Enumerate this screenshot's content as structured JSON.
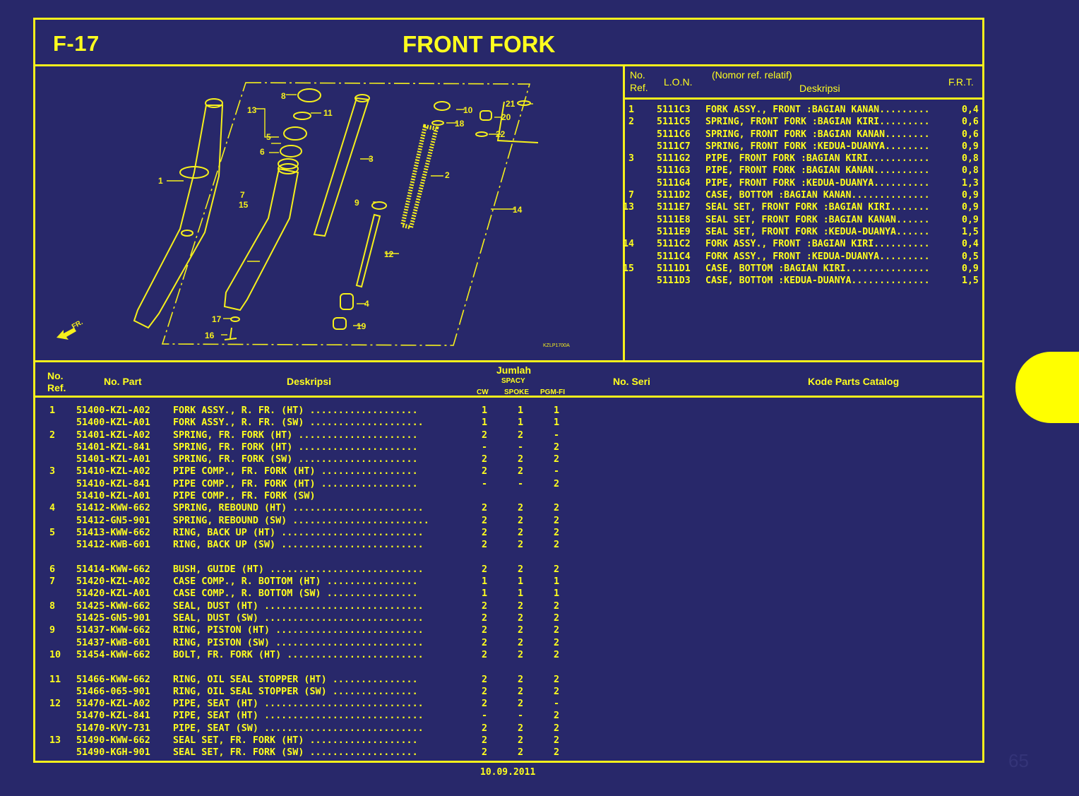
{
  "header": {
    "code": "F-17",
    "title": "FRONT FORK"
  },
  "diagram": {
    "labels": [
      "1",
      "2",
      "3",
      "4",
      "5",
      "6",
      "7",
      "8",
      "9",
      "10",
      "11",
      "12",
      "13",
      "14",
      "15",
      "16",
      "17",
      "18",
      "19",
      "20",
      "21",
      "22"
    ],
    "direction_label": "FR.",
    "figure_code": "KZLP1700A"
  },
  "lon_table": {
    "headers": {
      "no_ref_1": "No.",
      "no_ref_2": "Ref.",
      "lon": "L.O.N.",
      "nomor": "(Nomor ref. relatif)",
      "deskripsi": "Deskripsi",
      "frt": "F.R.T."
    },
    "rows": [
      {
        "ref": "1",
        "lon": "5111C3",
        "desc": "FORK ASSY., FRONT :BAGIAN KANAN.........",
        "frt": "0,4"
      },
      {
        "ref": "2",
        "lon": "5111C5",
        "desc": "SPRING, FRONT FORK :BAGIAN KIRI.........",
        "frt": "0,6"
      },
      {
        "ref": "",
        "lon": "5111C6",
        "desc": "SPRING, FRONT FORK :BAGIAN KANAN........",
        "frt": "0,6"
      },
      {
        "ref": "",
        "lon": "5111C7",
        "desc": "SPRING, FRONT FORK :KEDUA-DUANYA........",
        "frt": "0,9"
      },
      {
        "ref": "3",
        "lon": "5111G2",
        "desc": "PIPE, FRONT FORK :BAGIAN KIRI...........",
        "frt": "0,8"
      },
      {
        "ref": "",
        "lon": "5111G3",
        "desc": "PIPE, FRONT FORK :BAGIAN KANAN..........",
        "frt": "0,8"
      },
      {
        "ref": "",
        "lon": "5111G4",
        "desc": "PIPE, FRONT FORK :KEDUA-DUANYA..........",
        "frt": "1,3"
      },
      {
        "ref": "7",
        "lon": "5111D2",
        "desc": "CASE, BOTTOM :BAGIAN KANAN..............",
        "frt": "0,9"
      },
      {
        "ref": "13",
        "lon": "5111E7",
        "desc": "SEAL SET, FRONT FORK :BAGIAN KIRI.......",
        "frt": "0,9"
      },
      {
        "ref": "",
        "lon": "5111E8",
        "desc": "SEAL SET, FRONT FORK :BAGIAN KANAN......",
        "frt": "0,9"
      },
      {
        "ref": "",
        "lon": "5111E9",
        "desc": "SEAL SET, FRONT FORK :KEDUA-DUANYA......",
        "frt": "1,5"
      },
      {
        "ref": "14",
        "lon": "5111C2",
        "desc": "FORK ASSY., FRONT :BAGIAN KIRI..........",
        "frt": "0,4"
      },
      {
        "ref": "",
        "lon": "5111C4",
        "desc": "FORK ASSY., FRONT :KEDUA-DUANYA.........",
        "frt": "0,5"
      },
      {
        "ref": "15",
        "lon": "5111D1",
        "desc": "CASE, BOTTOM :BAGIAN KIRI...............",
        "frt": "0,9"
      },
      {
        "ref": "",
        "lon": "5111D3",
        "desc": "CASE, BOTTOM :KEDUA-DUANYA..............",
        "frt": "1,5"
      }
    ]
  },
  "parts_table": {
    "headers": {
      "no_ref_1": "No.",
      "no_ref_2": "Ref.",
      "no_part": "No. Part",
      "deskripsi": "Deskripsi",
      "jumlah": "Jumlah",
      "spacy": "SPACY",
      "cw": "CW",
      "spoke": "SPOKE",
      "pgmfi": "PGM-FI",
      "no_seri": "No. Seri",
      "kode": "Kode Parts Catalog"
    },
    "rows": [
      {
        "ref": "1",
        "part": "51400-KZL-A02",
        "desc": "FORK ASSY., R. FR. (HT)  ...................",
        "cw": "1",
        "spoke": "1",
        "pgm": "1",
        "gap": false
      },
      {
        "ref": "",
        "part": "51400-KZL-A01",
        "desc": "FORK ASSY., R. FR. (SW) ....................",
        "cw": "1",
        "spoke": "1",
        "pgm": "1",
        "gap": false
      },
      {
        "ref": "2",
        "part": "51401-KZL-A02",
        "desc": "SPRING, FR. FORK (HT)  .....................",
        "cw": "2",
        "spoke": "2",
        "pgm": "-",
        "gap": false
      },
      {
        "ref": "",
        "part": "51401-KZL-841",
        "desc": "SPRING, FR. FORK (HT)  .....................",
        "cw": "-",
        "spoke": "-",
        "pgm": "2",
        "gap": false
      },
      {
        "ref": "",
        "part": "51401-KZL-A01",
        "desc": "SPRING, FR. FORK (SW)  .....................",
        "cw": "2",
        "spoke": "2",
        "pgm": "2",
        "gap": false
      },
      {
        "ref": "3",
        "part": "51410-KZL-A02",
        "desc": "PIPE COMP., FR. FORK (HT)  .................",
        "cw": "2",
        "spoke": "2",
        "pgm": "-",
        "gap": false
      },
      {
        "ref": "",
        "part": "51410-KZL-841",
        "desc": "PIPE COMP., FR. FORK (HT)  .................",
        "cw": "-",
        "spoke": "-",
        "pgm": "2",
        "gap": false
      },
      {
        "ref": "",
        "part": "51410-KZL-A01",
        "desc": "PIPE COMP., FR. FORK (SW)",
        "cw": "",
        "spoke": "",
        "pgm": "",
        "gap": false
      },
      {
        "ref": "4",
        "part": "51412-KWW-662",
        "desc": "SPRING, REBOUND (HT)  .......................",
        "cw": "2",
        "spoke": "2",
        "pgm": "2",
        "gap": false
      },
      {
        "ref": "",
        "part": "51412-GN5-901",
        "desc": "SPRING, REBOUND (SW) ........................",
        "cw": "2",
        "spoke": "2",
        "pgm": "2",
        "gap": false
      },
      {
        "ref": "5",
        "part": "51413-KWW-662",
        "desc": "RING, BACK UP (HT)  .........................",
        "cw": "2",
        "spoke": "2",
        "pgm": "2",
        "gap": false
      },
      {
        "ref": "",
        "part": "51412-KWB-601",
        "desc": "RING, BACK UP (SW)  .........................",
        "cw": "2",
        "spoke": "2",
        "pgm": "2",
        "gap": false
      },
      {
        "ref": "6",
        "part": "51414-KWW-662",
        "desc": "BUSH, GUIDE (HT)  ...........................",
        "cw": "2",
        "spoke": "2",
        "pgm": "2",
        "gap": true
      },
      {
        "ref": "7",
        "part": "51420-KZL-A02",
        "desc": "CASE COMP., R. BOTTOM (HT)  ................",
        "cw": "1",
        "spoke": "1",
        "pgm": "1",
        "gap": false
      },
      {
        "ref": "",
        "part": "51420-KZL-A01",
        "desc": "CASE COMP., R. BOTTOM (SW)  ................",
        "cw": "1",
        "spoke": "1",
        "pgm": "1",
        "gap": false
      },
      {
        "ref": "8",
        "part": "51425-KWW-662",
        "desc": "SEAL, DUST (HT)  ............................",
        "cw": "2",
        "spoke": "2",
        "pgm": "2",
        "gap": false
      },
      {
        "ref": "",
        "part": "51425-GN5-901",
        "desc": "SEAL, DUST (SW)  ............................",
        "cw": "2",
        "spoke": "2",
        "pgm": "2",
        "gap": false
      },
      {
        "ref": "9",
        "part": "51437-KWW-662",
        "desc": "RING, PISTON (HT)  ..........................",
        "cw": "2",
        "spoke": "2",
        "pgm": "2",
        "gap": false
      },
      {
        "ref": "",
        "part": "51437-KWB-601",
        "desc": "RING, PISTON (SW)  ..........................",
        "cw": "2",
        "spoke": "2",
        "pgm": "2",
        "gap": false
      },
      {
        "ref": "10",
        "part": "51454-KWW-662",
        "desc": "BOLT, FR. FORK (HT)  ........................",
        "cw": "2",
        "spoke": "2",
        "pgm": "2",
        "gap": false
      },
      {
        "ref": "11",
        "part": "51466-KWW-662",
        "desc": "RING, OIL SEAL STOPPER (HT)  ...............",
        "cw": "2",
        "spoke": "2",
        "pgm": "2",
        "gap": true
      },
      {
        "ref": "",
        "part": "51466-065-901",
        "desc": "RING, OIL SEAL STOPPER (SW)  ...............",
        "cw": "2",
        "spoke": "2",
        "pgm": "2",
        "gap": false
      },
      {
        "ref": "12",
        "part": "51470-KZL-A02",
        "desc": "PIPE, SEAT (HT)  ............................",
        "cw": "2",
        "spoke": "2",
        "pgm": "-",
        "gap": false
      },
      {
        "ref": "",
        "part": "51470-KZL-841",
        "desc": "PIPE, SEAT (HT)  ............................",
        "cw": "-",
        "spoke": "-",
        "pgm": "2",
        "gap": false
      },
      {
        "ref": "",
        "part": "51470-KVY-731",
        "desc": "PIPE, SEAT (SW)  ............................",
        "cw": "2",
        "spoke": "2",
        "pgm": "2",
        "gap": false
      },
      {
        "ref": "13",
        "part": "51490-KWW-662",
        "desc": "SEAL SET, FR. FORK (HT)  ...................",
        "cw": "2",
        "spoke": "2",
        "pgm": "2",
        "gap": false
      },
      {
        "ref": "",
        "part": "51490-KGH-901",
        "desc": "SEAL SET, FR. FORK (SW)  ...................",
        "cw": "2",
        "spoke": "2",
        "pgm": "2",
        "gap": false
      }
    ]
  },
  "footer": {
    "date": "10.09.2011",
    "page_number": "65"
  },
  "colors": {
    "background": "#28286a",
    "accent": "#ffff1e",
    "tab": "#ffff00"
  }
}
